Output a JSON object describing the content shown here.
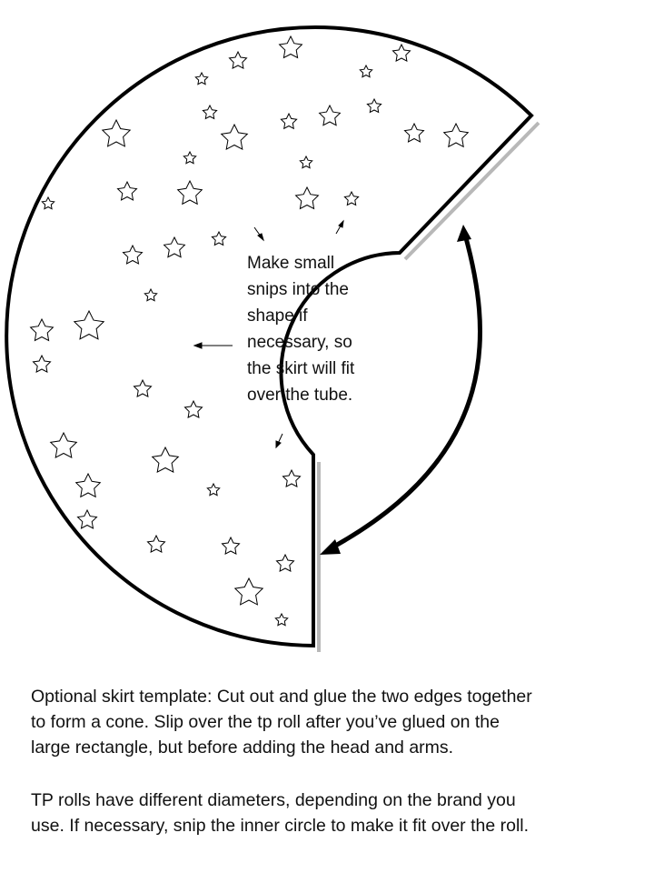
{
  "inner_note": {
    "lines": [
      "Make small",
      "snips into the",
      "shape if",
      "necessary, so",
      "the skirt will fit",
      "over the tube."
    ]
  },
  "caption": {
    "paragraph1": [
      "Optional skirt template:  Cut out and glue the two edges together",
      "to form a cone.  Slip over the tp roll after you’ve glued on the",
      "large rectangle, but before adding the head and arms."
    ],
    "paragraph2": [
      "TP rolls have different diameters, depending on the brand you",
      "use.  If necessary, snip the inner circle to make it fit over the roll."
    ]
  },
  "colors": {
    "stroke": "#000000",
    "shadow": "#b8b8b8",
    "fill": "#ffffff"
  }
}
